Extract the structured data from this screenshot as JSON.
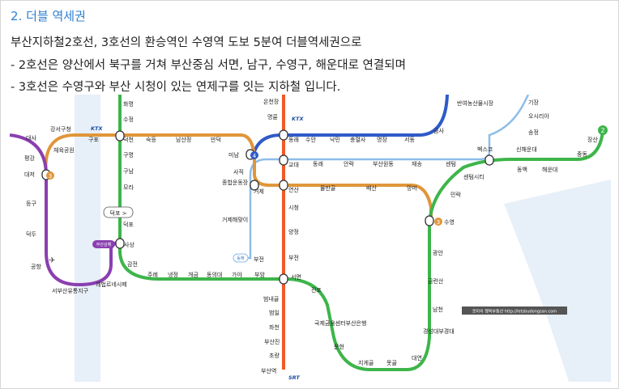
{
  "heading": "2. 더블 역세권",
  "lines": [
    "부산지하철2호선, 3호선의 환승역인 수영역 도보 5분여 더블역세권으로",
    "- 2호선은 양산에서 북구를 거쳐 부산중심 서면, 남구, 수영구, 해운대로 연결되며",
    "- 3호선은 수영구와 부산 시청이 있는 연제구를 잇는 지하철 입니다."
  ],
  "map": {
    "colors": {
      "line1": "#f05a28",
      "line2": "#3db54a",
      "line3": "#c9862e",
      "line4": "#2f5bc8",
      "purple": "#7e3ca6",
      "light": "#7fb6e6"
    },
    "line_badges": {
      "l2": "2",
      "l3": "3",
      "l4": "4"
    },
    "callout": "덕포 >",
    "tag_purple": "부산김해",
    "tag_blue": "동해",
    "ktx_1": "KTX",
    "ktx_2": "KTX",
    "ktx_3": "SRT",
    "watermark": "로미의 행복부동산 http://letsbudongsan.com",
    "stations": {
      "s1": "강서구청",
      "s2": "구포",
      "s3": "덕천",
      "s4": "숙등",
      "s5": "남산정",
      "s6": "만덕",
      "s7": "미남",
      "s8": "대사",
      "s9": "평강",
      "s10": "대저",
      "s11": "체육공원",
      "s12": "등구",
      "s13": "덕두",
      "s14": "공항",
      "s15": "서부산유통지구",
      "s16": "괘법르네시떼",
      "s17": "사상",
      "s18": "감전",
      "s19": "주례",
      "s20": "냉정",
      "s21": "개금",
      "s22": "동의대",
      "s23": "가야",
      "s24": "부암",
      "s25": "서면",
      "s26": "화명",
      "s27": "수정",
      "s28": "구명",
      "s29": "구남",
      "s30": "모라",
      "s31": "덕포",
      "s32": "온천장",
      "s33": "명륜",
      "s34": "동래",
      "s35": "교대",
      "s36": "연산",
      "s37": "시청",
      "s38": "양정",
      "s39": "부전",
      "s40": "범내골",
      "s41": "범일",
      "s42": "좌천",
      "s43": "부산진",
      "s44": "초량",
      "s45": "부산역",
      "s46": "사직",
      "s47": "종합운동장",
      "s48": "거제",
      "s49": "거제해맞이",
      "s50": "부전",
      "s51": "수안",
      "s52": "낙민",
      "s53": "충렬사",
      "s54": "명장",
      "s55": "서동",
      "s56": "금사",
      "s57": "반여농산물시장",
      "s58": "동래",
      "s59": "안락",
      "s60": "부산원동",
      "s61": "재송",
      "s62": "센텀",
      "s63": "벡스코",
      "s64": "물만골",
      "s65": "배산",
      "s66": "망미",
      "s67": "수영",
      "s68": "민락",
      "s69": "센텀시티",
      "s70": "광안",
      "s71": "금련산",
      "s72": "남천",
      "s73": "경성대부경대",
      "s74": "대연",
      "s75": "못골",
      "s76": "지게골",
      "s77": "문현",
      "s78": "국제금융센터부산은행",
      "s79": "전포",
      "s80": "동백",
      "s81": "해운대",
      "s82": "중동",
      "s83": "장산",
      "s84": "기장",
      "s85": "오시리아",
      "s86": "송정",
      "s87": "신해운대"
    }
  }
}
